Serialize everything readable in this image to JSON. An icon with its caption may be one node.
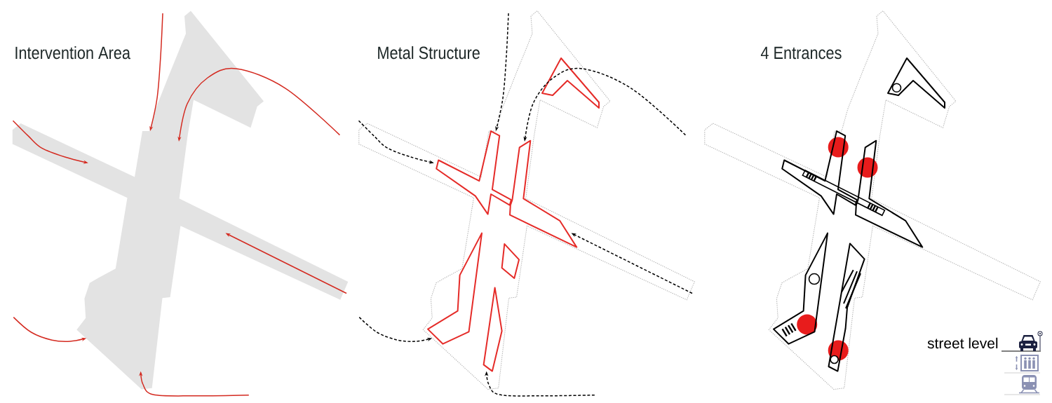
{
  "diagram": {
    "labels": [
      "Intervention Area",
      "Metal Structure",
      "4 Entrances",
      "street level"
    ]
  }
}
